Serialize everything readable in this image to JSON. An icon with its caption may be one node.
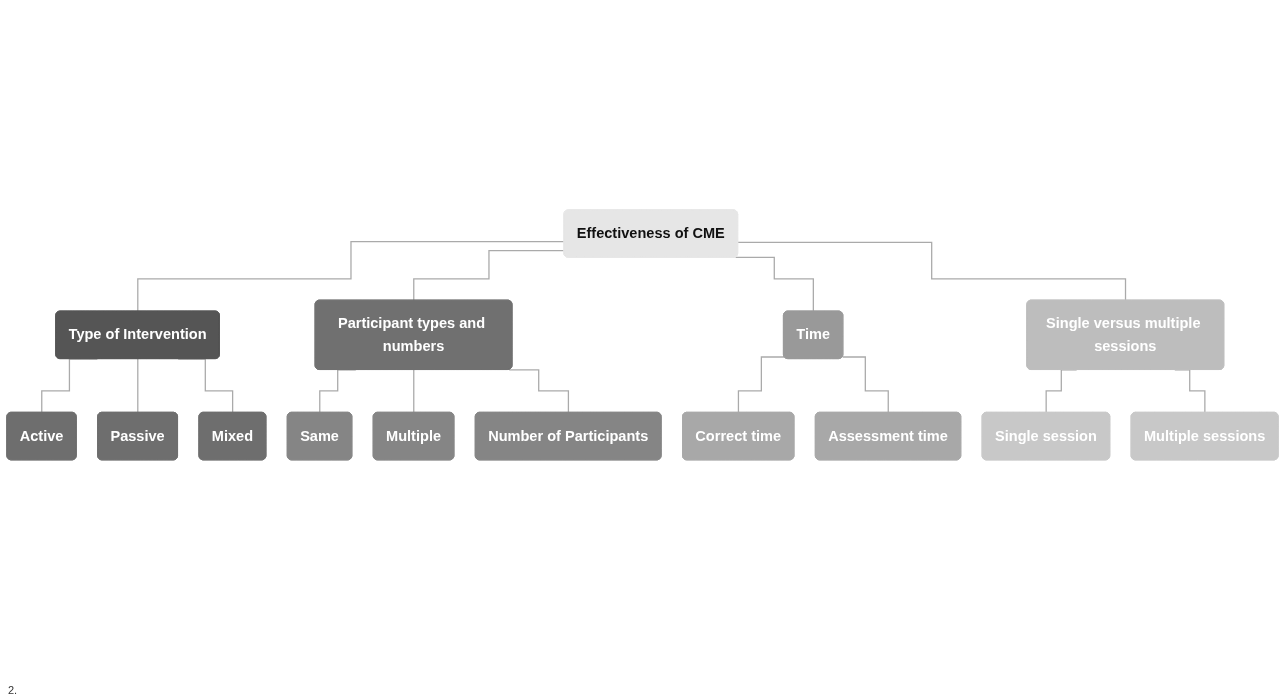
{
  "diagram": {
    "nodes": [
      {
        "text": [
          "Effectiveness of CME"
        ]
      },
      {
        "text": [
          "Type of Intervention"
        ]
      },
      {
        "text": [
          "Active"
        ]
      },
      {
        "text": [
          "Passive"
        ]
      },
      {
        "text": [
          "Mixed"
        ]
      },
      {
        "text": [
          "Participant types and numbers"
        ]
      },
      {
        "text": [
          "Same"
        ]
      },
      {
        "text": [
          "Multiple"
        ]
      },
      {
        "text": [
          "Number of Participants"
        ]
      },
      {
        "text": [
          "Time"
        ]
      },
      {
        "text": [
          "Correct time"
        ]
      },
      {
        "text": [
          "Assessment time"
        ]
      },
      {
        "text": [
          "Single versus multiple sessions"
        ]
      },
      {
        "text": [
          "Single session"
        ]
      },
      {
        "text": [
          "Multiple sessions"
        ]
      }
    ],
    "edges": [
      {
        "from": 0,
        "to": 1,
        "arrow": "none"
      },
      {
        "from": 0,
        "to": 5,
        "arrow": "none"
      },
      {
        "from": 0,
        "to": 9,
        "arrow": "none"
      },
      {
        "from": 0,
        "to": 12,
        "arrow": "none"
      },
      {
        "from": 1,
        "to": 2,
        "arrow": "none"
      },
      {
        "from": 1,
        "to": 3,
        "arrow": "none"
      },
      {
        "from": 1,
        "to": 4,
        "arrow": "none"
      },
      {
        "from": 5,
        "to": 6,
        "arrow": "none"
      },
      {
        "from": 5,
        "to": 7,
        "arrow": "none"
      },
      {
        "from": 5,
        "to": 8,
        "arrow": "none"
      },
      {
        "from": 9,
        "to": 10,
        "arrow": "none"
      },
      {
        "from": 9,
        "to": 11,
        "arrow": "none"
      },
      {
        "from": 12,
        "to": 13,
        "arrow": "none"
      },
      {
        "from": 12,
        "to": 14,
        "arrow": "none"
      }
    ],
    "labels": [
      "2."
    ]
  }
}
